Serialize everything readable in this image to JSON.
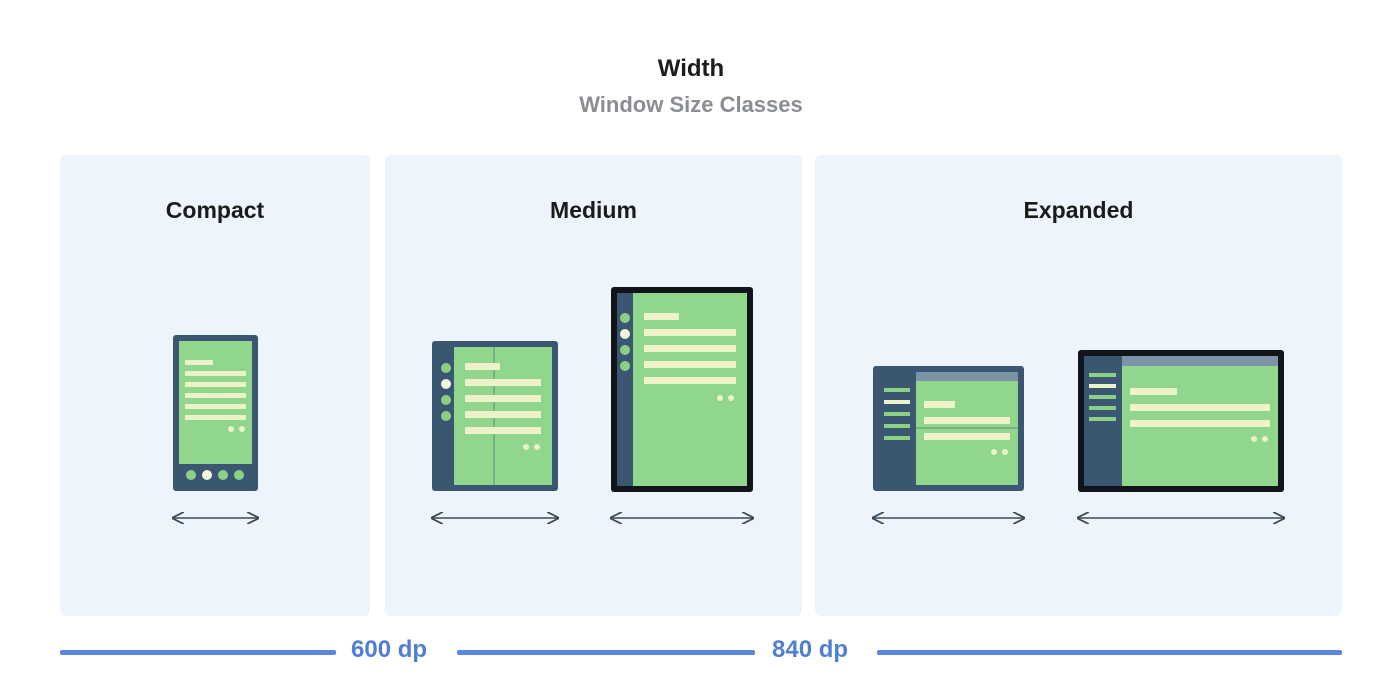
{
  "header": {
    "title": "Width",
    "subtitle": "Window Size Classes"
  },
  "panels": [
    {
      "label": "Compact"
    },
    {
      "label": "Medium"
    },
    {
      "label": "Expanded"
    }
  ],
  "breakpoints": [
    {
      "label": "600 dp"
    },
    {
      "label": "840 dp"
    }
  ],
  "colors": {
    "panel_bg": "#eef4fb",
    "device_frame": "#3a5670",
    "screen_green": "#90d68c",
    "content_line": "#eef2c9",
    "nav_dot": "#8bd185",
    "nav_dot_active": "#f3f7d9",
    "breakpoint_line": "#5b87dc",
    "breakpoint_text": "#4f7fd4"
  }
}
